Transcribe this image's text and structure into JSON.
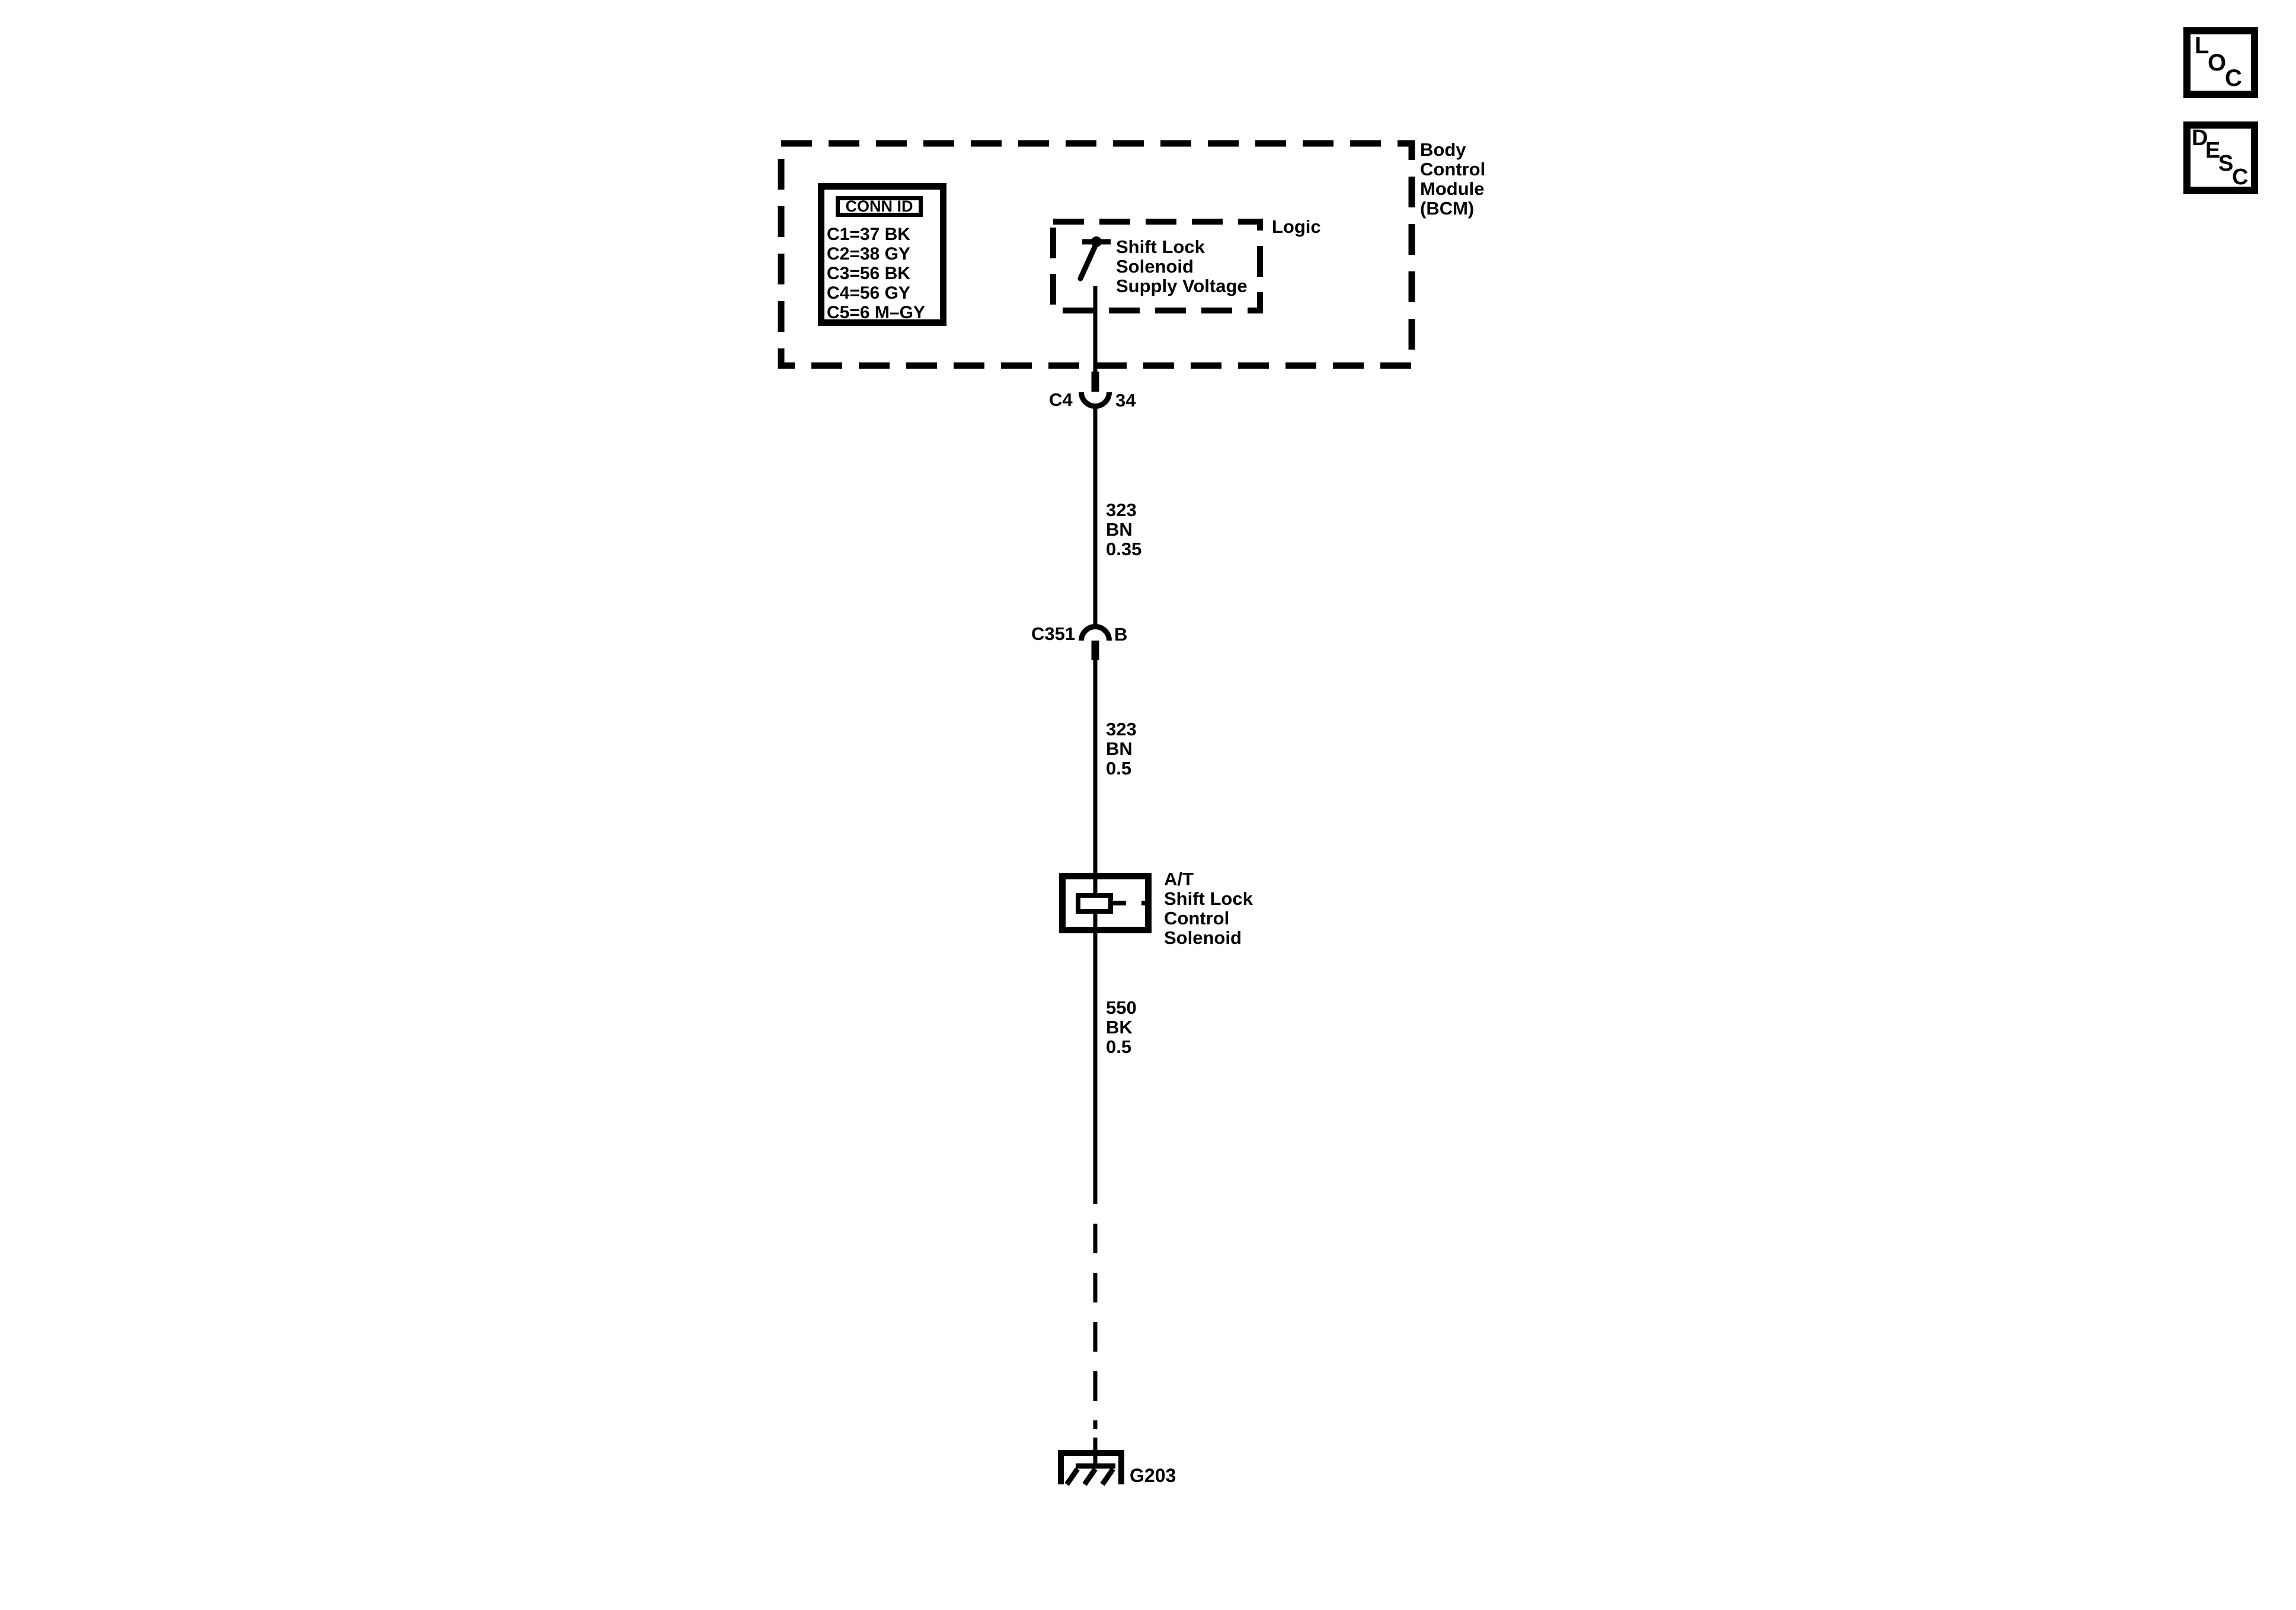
{
  "colors": {
    "ink": "#000000",
    "paper": "#ffffff"
  },
  "corner_tabs": {
    "loc_letters": [
      "L",
      "O",
      "C"
    ],
    "desc_letters": [
      "D",
      "E",
      "S",
      "C"
    ]
  },
  "bcm": {
    "name_lines": [
      "Body",
      "Control",
      "Module",
      "(BCM)"
    ],
    "logic_label": "Logic",
    "switch_label_lines": [
      "Shift Lock",
      "Solenoid",
      "Supply Voltage"
    ],
    "conn_id": {
      "header": "CONN ID",
      "rows": [
        "C1=37 BK",
        "C2=38 GY",
        "C3=56 BK",
        "C4=56 GY",
        "C5=6 M–GY"
      ]
    }
  },
  "connector_c4": {
    "label": "C4",
    "pin": "34"
  },
  "connector_c351": {
    "label": "C351",
    "pin": "B"
  },
  "wire_323_035": {
    "lines": [
      "323",
      "BN",
      "0.35"
    ]
  },
  "wire_323_05": {
    "lines": [
      "323",
      "BN",
      "0.5"
    ]
  },
  "wire_550_05": {
    "lines": [
      "550",
      "BK",
      "0.5"
    ]
  },
  "solenoid": {
    "label_lines": [
      "A/T",
      "Shift Lock",
      "Control",
      "Solenoid"
    ]
  },
  "ground": {
    "label": "G203"
  }
}
